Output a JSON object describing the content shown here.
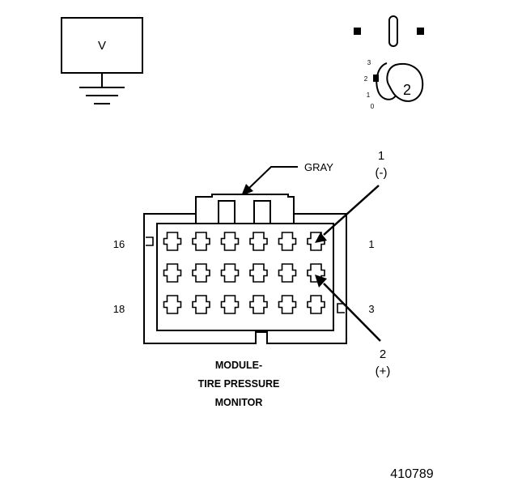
{
  "meter": {
    "symbol": "V"
  },
  "ignition_switch": {
    "positions": [
      "3",
      "2",
      "1",
      "0"
    ],
    "selected_label": "2"
  },
  "connector": {
    "color_label": "GRAY",
    "pin_left_top": "16",
    "pin_left_bottom": "18",
    "pin_right_top": "1",
    "pin_right_bottom": "3",
    "rows": 3,
    "cols": 6
  },
  "probes": {
    "probe1_number": "1",
    "probe1_sign": "(-)",
    "probe2_number": "2",
    "probe2_sign": "(+)"
  },
  "module_label": {
    "line1": "MODULE-",
    "line2": "TIRE PRESSURE",
    "line3": "MONITOR"
  },
  "figure_number": "410789"
}
